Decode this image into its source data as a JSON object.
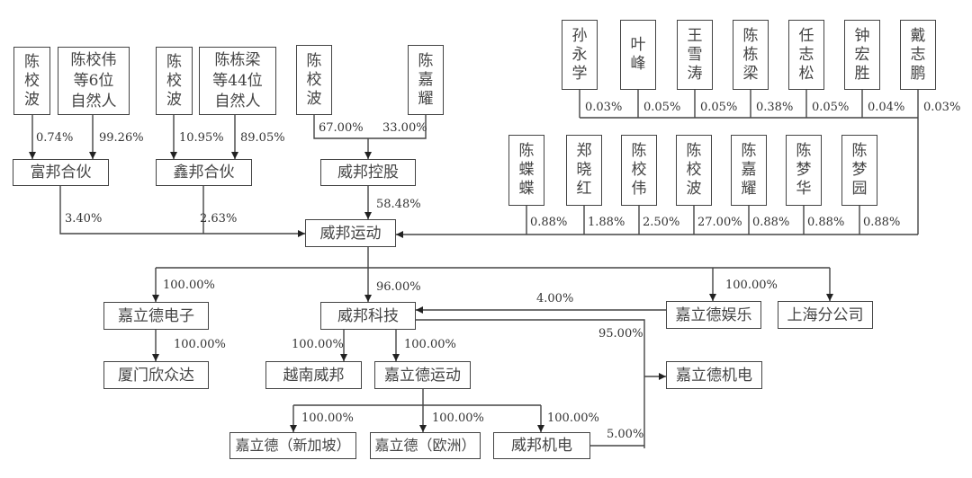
{
  "title": "威邦运动股权结构图",
  "nodes": {
    "chen_xiaobo_1": "陈\n校\n波",
    "chen_xiaowei_group": "陈校伟\n等6位\n自然人",
    "chen_xiaobo_2": "陈\n校\n波",
    "chen_dongliang_group": "陈栋梁\n等44位\n自然人",
    "chen_xiaobo_3": "陈\n校\n波",
    "chen_jiayao_1": "陈\n嘉\n耀",
    "fubang": "富邦合伙",
    "xinbang": "鑫邦合伙",
    "weibang_holding": "威邦控股",
    "weibang_sports": "威邦运动",
    "top_right": [
      {
        "name": "孙\n永\n学",
        "pct": "0.03%"
      },
      {
        "name": "叶\n峰",
        "pct": "0.05%"
      },
      {
        "name": "王\n雪\n涛",
        "pct": "0.05%"
      },
      {
        "name": "陈\n栋\n梁",
        "pct": "0.38%"
      },
      {
        "name": "任\n志\n松",
        "pct": "0.05%"
      },
      {
        "name": "钟\n宏\n胜",
        "pct": "0.04%"
      },
      {
        "name": "戴\n志\n鹏",
        "pct": "0.03%"
      }
    ],
    "mid_right": [
      {
        "name": "陈\n蝶\n蝶",
        "pct": "0.88%"
      },
      {
        "name": "郑\n晓\n红",
        "pct": "1.88%"
      },
      {
        "name": "陈\n校\n伟",
        "pct": "2.50%"
      },
      {
        "name": "陈\n校\n波",
        "pct": "27.00%"
      },
      {
        "name": "陈\n嘉\n耀",
        "pct": "0.88%"
      },
      {
        "name": "陈\n梦\n华",
        "pct": "0.88%"
      },
      {
        "name": "陈\n梦\n园",
        "pct": "0.88%"
      }
    ],
    "jialide_electronics": "嘉立德电子",
    "xiamen_xinzhongda": "厦门欣众达",
    "weibang_tech": "威邦科技",
    "vietnam_weibang": "越南威邦",
    "jialide_sports": "嘉立德运动",
    "jialide_entertainment": "嘉立德娱乐",
    "shanghai_branch": "上海分公司",
    "jialide_electromech": "嘉立德机电",
    "jialide_singapore": "嘉立德（新加坡）",
    "jialide_europe": "嘉立德（欧洲）",
    "weibang_electromech": "威邦机电"
  },
  "percentages": {
    "xiaobo_to_fubang": "0.74%",
    "xiaowei_to_fubang": "99.26%",
    "xiaobo_to_xinbang": "10.95%",
    "dongliang_to_xinbang": "89.05%",
    "xiaobo_to_holding": "67.00%",
    "jiayao_to_holding": "33.00%",
    "fubang_to_sports": "3.40%",
    "xinbang_to_sports": "2.63%",
    "holding_to_sports": "58.48%",
    "sports_to_electronics": "100.00%",
    "sports_to_tech": "96.00%",
    "sports_to_entertainment": "100.00%",
    "entertainment_to_tech": "4.00%",
    "electronics_to_xiamen": "100.00%",
    "tech_to_vietnam": "100.00%",
    "tech_to_jialide_sports": "100.00%",
    "tech_to_electromech": "95.00%",
    "jsports_to_singapore": "100.00%",
    "jsports_to_europe": "100.00%",
    "jsports_to_weibang_em": "100.00%",
    "weibang_em_to_electromech": "5.00%"
  }
}
